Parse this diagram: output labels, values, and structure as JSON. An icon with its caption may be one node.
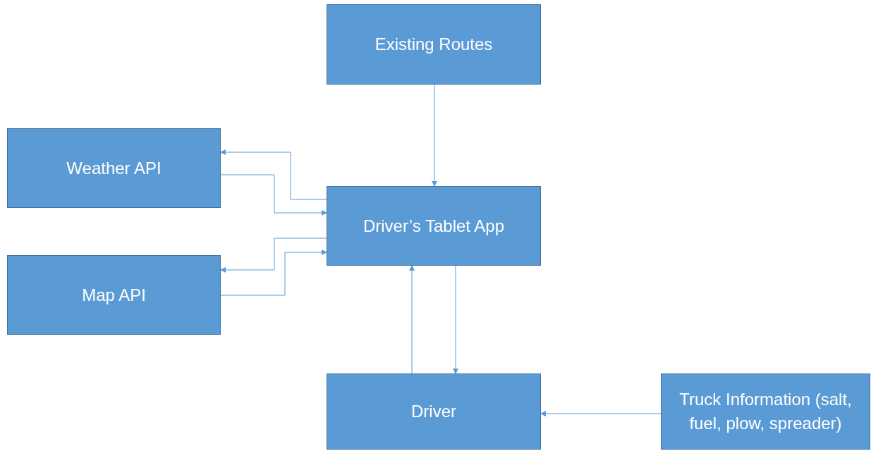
{
  "diagram": {
    "nodes": [
      {
        "text": [
          "Existing Routes"
        ]
      },
      {
        "text": [
          "Weather API"
        ]
      },
      {
        "text": [
          "Driver’s Tablet App"
        ]
      },
      {
        "text": [
          "Map API"
        ]
      },
      {
        "text": [
          "Driver"
        ]
      },
      {
        "text": [
          "Truck Information (salt, fuel, plow, spreader)"
        ]
      }
    ],
    "edges": [
      {
        "from": 0,
        "to": 2,
        "arrow": "to"
      },
      {
        "from": 2,
        "to": 1,
        "arrow": "to"
      },
      {
        "from": 1,
        "to": 2,
        "arrow": "to"
      },
      {
        "from": 2,
        "to": 3,
        "arrow": "to"
      },
      {
        "from": 3,
        "to": 2,
        "arrow": "to"
      },
      {
        "from": 4,
        "to": 2,
        "arrow": "to"
      },
      {
        "from": 2,
        "to": 4,
        "arrow": "to"
      },
      {
        "from": 5,
        "to": 4,
        "arrow": "to"
      }
    ]
  }
}
